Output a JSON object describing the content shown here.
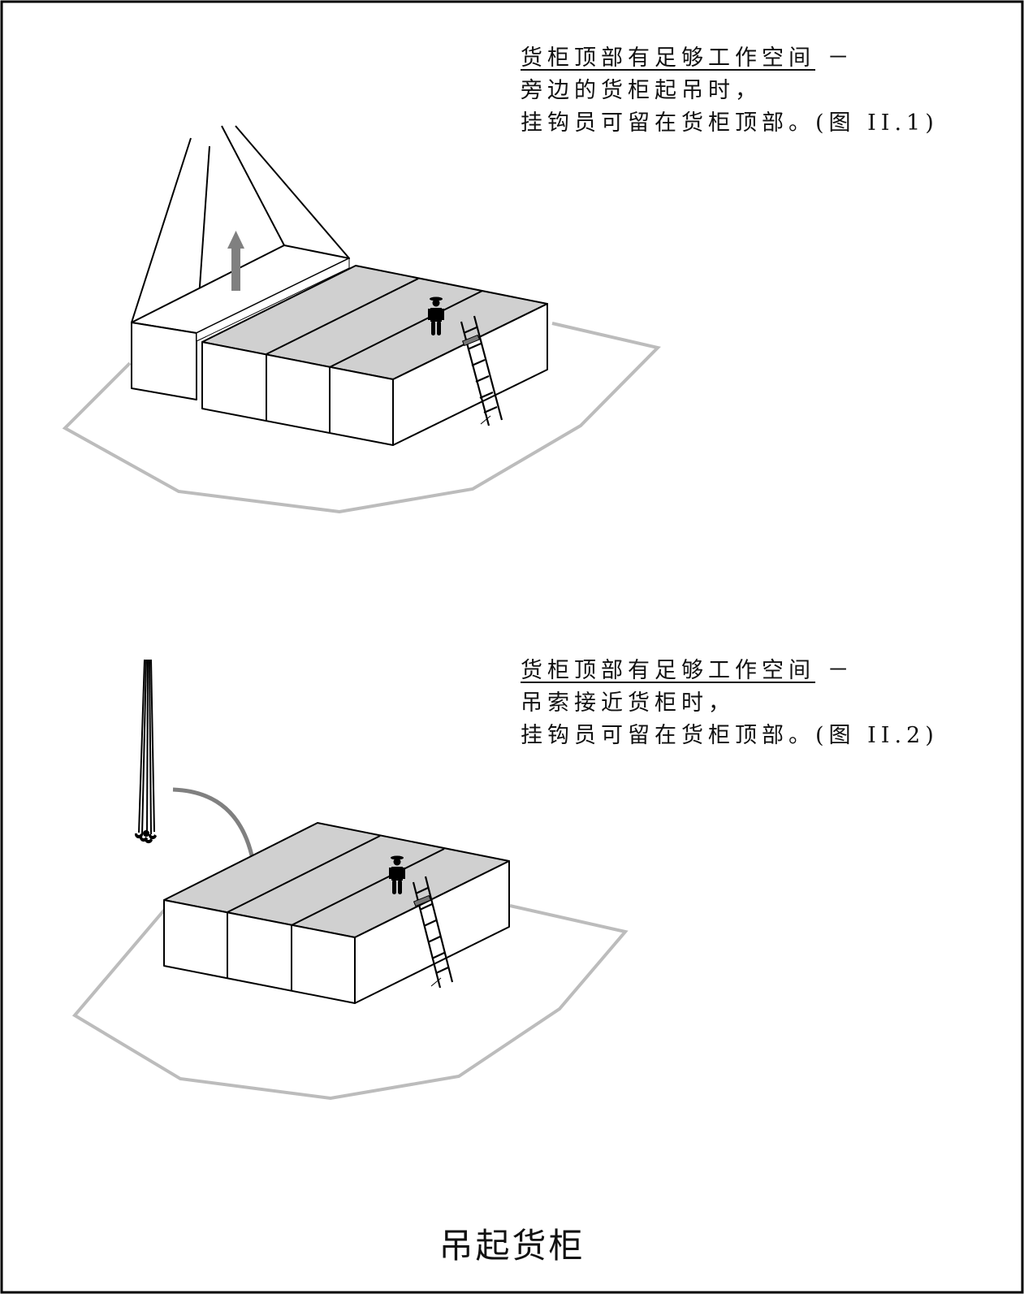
{
  "caption_top": {
    "line1_underlined": "货柜顶部有足够工作空间",
    "line1_dash": "－",
    "line2": "旁边的货柜起吊时，",
    "line3": "挂钩员可留在货柜顶部。(图 II.1)"
  },
  "caption_bottom": {
    "line1_underlined": "货柜顶部有足够工作空间",
    "line1_dash": "－",
    "line2": "吊索接近货柜时，",
    "line3": "挂钩员可留在货柜顶部。(图 II.2)"
  },
  "title": "吊起货柜",
  "colors": {
    "container_top": "#d0d0d0",
    "ground_outline": "#bcbcbc",
    "arrow": "#808080",
    "stroke": "#000000"
  },
  "icons": [
    "worker-icon",
    "ladder-icon",
    "up-arrow-icon",
    "curved-arrow-icon",
    "hook-icon"
  ]
}
